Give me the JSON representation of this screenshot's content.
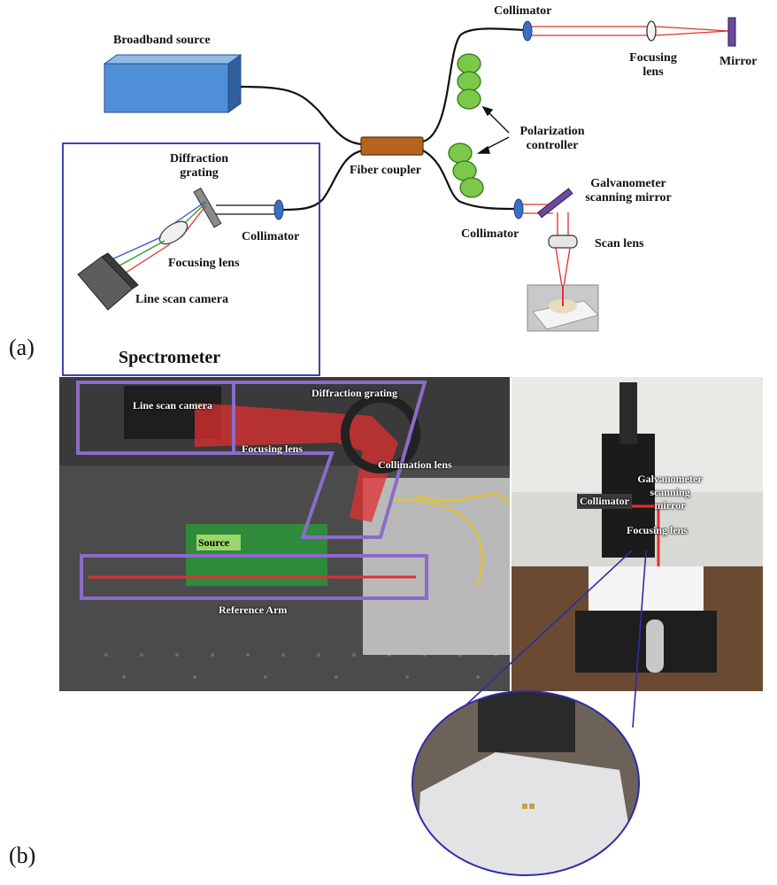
{
  "panel_a": {
    "letter": "(a)",
    "labels": {
      "broadband_source": "Broadband source",
      "fiber_coupler": "Fiber coupler",
      "collimator_ref": "Collimator",
      "focusing_lens_ref": "Focusing\nlens",
      "mirror": "Mirror",
      "polarization_controller": "Polarization\ncontroller",
      "galvo_mirror": "Galvanometer\nscanning mirror",
      "collimator_sample": "Collimator",
      "scan_lens": "Scan lens",
      "diffraction_grating": "Diffraction\ngrating",
      "collimator_spec": "Collimator",
      "focusing_lens_spec": "Focusing lens",
      "line_scan_camera": "Line scan camera",
      "spectrometer": "Spectrometer"
    }
  },
  "panel_b": {
    "letter": "(b)",
    "labels": {
      "line_scan_camera": "Line scan camera",
      "diffraction_grating": "Diffraction grating",
      "focusing_lens": "Focusing lens",
      "collimation_lens": "Collimation lens",
      "source": "Source",
      "reference_arm": "Reference Arm",
      "collimator": "Collimator",
      "galvo_mirror": "Galvanometer\nscanning\nmirror",
      "focusing_lens_right": "Focusing lens"
    }
  },
  "colors": {
    "spectrometer_box": "#2d2da8",
    "source_box": "#4f8fd8",
    "fiber_coupler": "#b5651d",
    "polarization_loops": "#7cc84a",
    "beam_red": "#e03030",
    "overlay_purple": "#8a6cc8",
    "lens_blue": "#3b6fc4"
  }
}
